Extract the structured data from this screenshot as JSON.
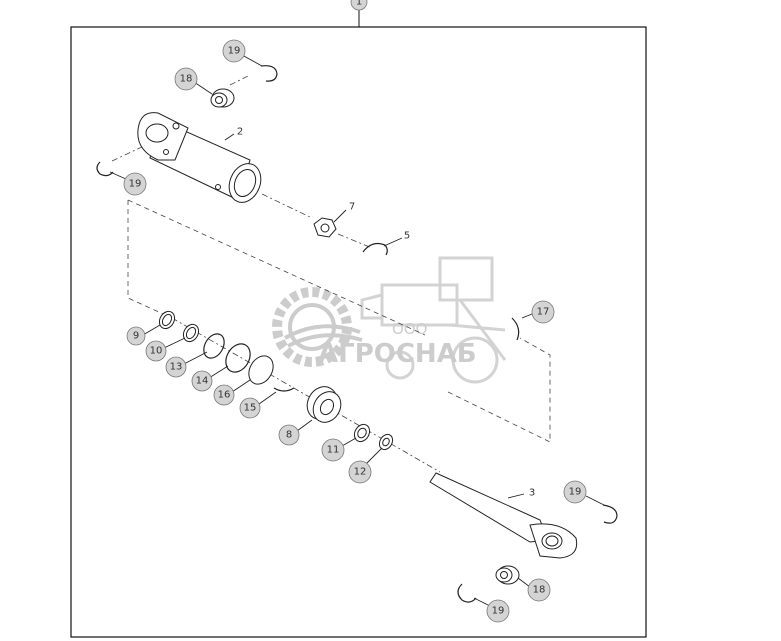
{
  "assembly_callout": "1",
  "callouts": {
    "c19a": "19",
    "c18a": "18",
    "c2": "2",
    "c19b": "19",
    "c7": "7",
    "c5": "5",
    "c9": "9",
    "c10": "10",
    "c13": "13",
    "c14": "14",
    "c16": "16",
    "c15": "15",
    "c8": "8",
    "c11": "11",
    "c12": "12",
    "c17": "17",
    "c3": "3",
    "c19c": "19",
    "c18b": "18",
    "c19d": "19"
  },
  "watermark": {
    "company_prefix": "ООО",
    "company_name": "АГРОСНАБ"
  },
  "colors": {
    "callout_fill": "#d4d4d4",
    "line": "#222222",
    "watermark": "#c7c7c7"
  }
}
